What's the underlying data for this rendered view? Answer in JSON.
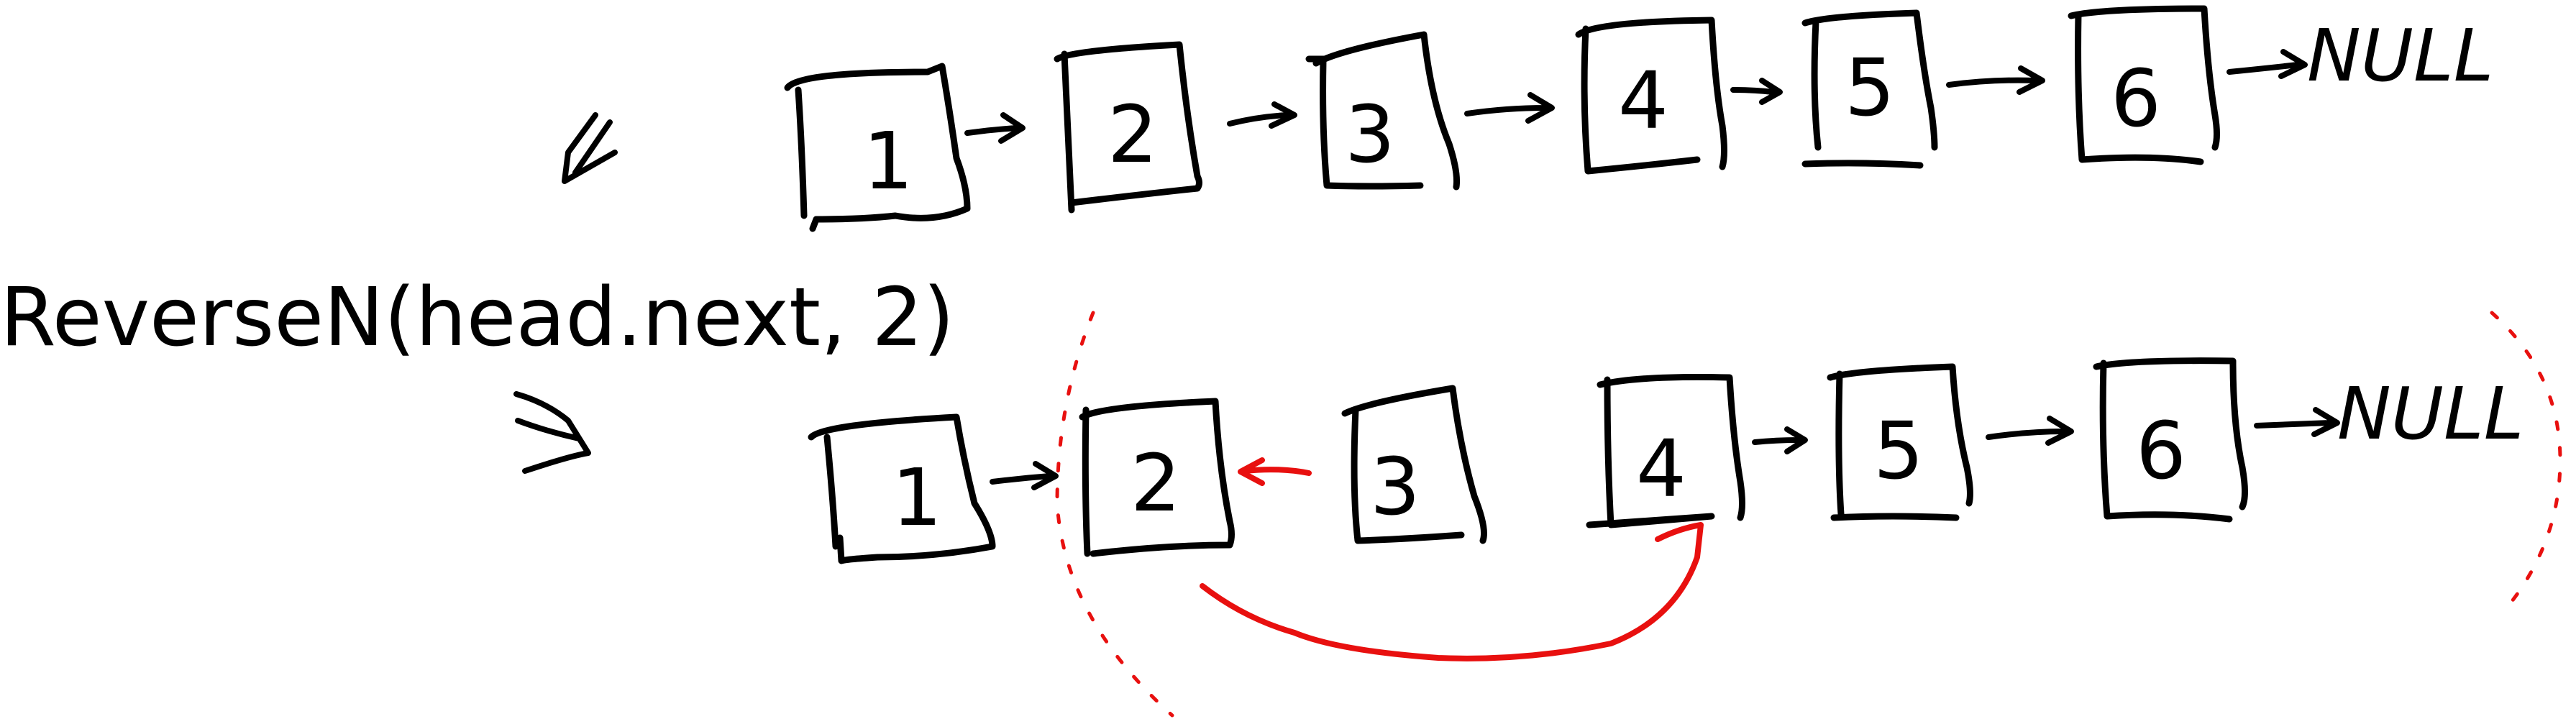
{
  "call_label": "ReverseN(head.next, 2)",
  "row1": {
    "nodes": [
      "1",
      "2",
      "3",
      "4",
      "5",
      "6"
    ],
    "tail": "NULL"
  },
  "row2": {
    "nodes": [
      "1",
      "2",
      "3",
      "4",
      "5",
      "6"
    ],
    "tail": "NULL"
  },
  "colors": {
    "ink": "#000000",
    "highlight": "#e8100f"
  }
}
